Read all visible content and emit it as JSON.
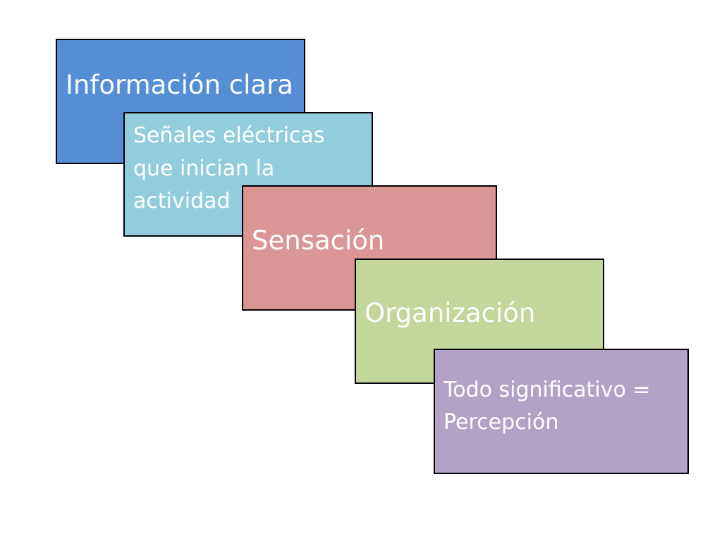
{
  "steps": [
    {
      "text": "Información clara",
      "color": "#558ed5"
    },
    {
      "text": "Señales eléctricas\nque inician la\nactividad",
      "color": "#93cddd"
    },
    {
      "text": "Sensación",
      "color": "#d99694"
    },
    {
      "text": "Organización",
      "color": "#c3d69b"
    },
    {
      "text": "Todo significativo =\nPercepción",
      "color": "#b3a2c7"
    }
  ]
}
